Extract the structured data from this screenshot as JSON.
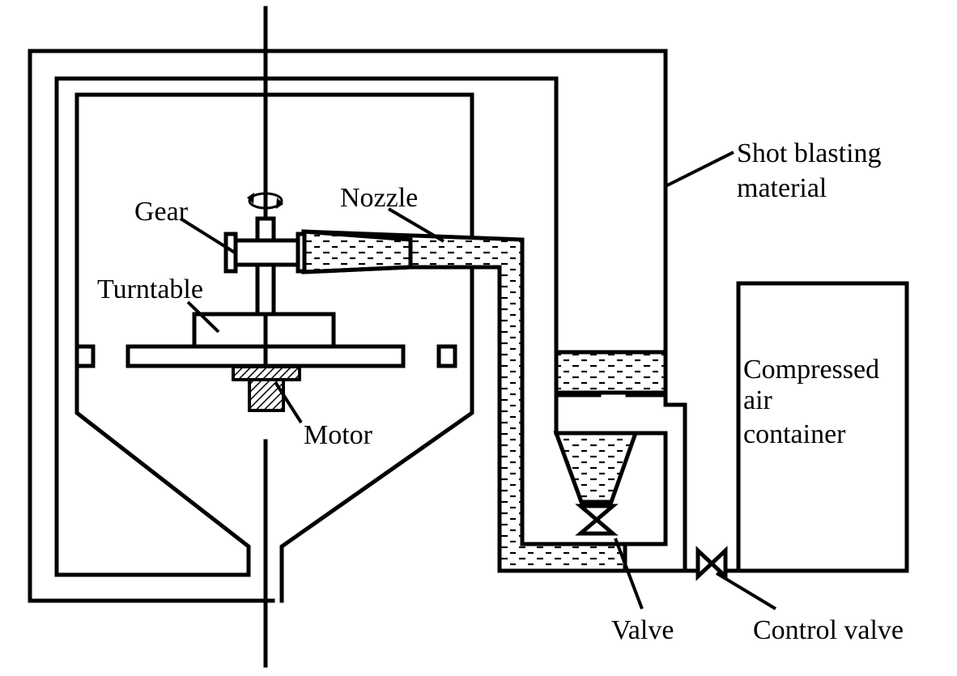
{
  "labels": {
    "gear": "Gear",
    "nozzle": "Nozzle",
    "turntable": "Turntable",
    "motor": "Motor",
    "shot_blasting_line1": "Shot blasting",
    "shot_blasting_line2": "material",
    "compressed_line1": "Compressed",
    "compressed_line2": "air",
    "compressed_line3": "container",
    "valve": "Valve",
    "control_valve": "Control valve"
  }
}
